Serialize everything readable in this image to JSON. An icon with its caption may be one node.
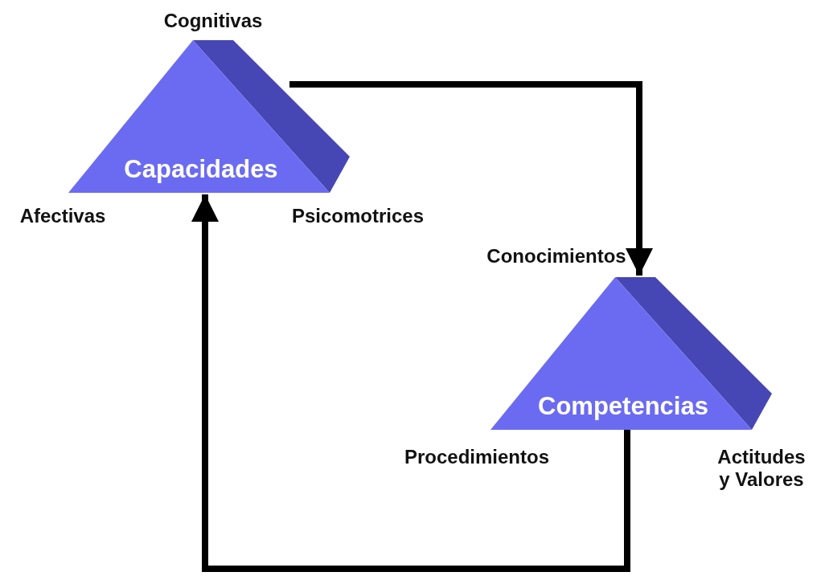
{
  "diagram": {
    "nodes": [
      {
        "text": [
          "Capacidades"
        ],
        "beside": [
          "Cognitivas",
          "Afectivas",
          "Psicomotrices"
        ]
      },
      {
        "text": [
          "Competencias"
        ],
        "beside": [
          "Conocimientos",
          "Procedimientos",
          "Actitudes y Valores"
        ]
      }
    ],
    "edges": [
      {
        "from": 0,
        "to": 1,
        "arrow": "to"
      },
      {
        "from": 1,
        "to": 0,
        "arrow": "to"
      }
    ]
  }
}
